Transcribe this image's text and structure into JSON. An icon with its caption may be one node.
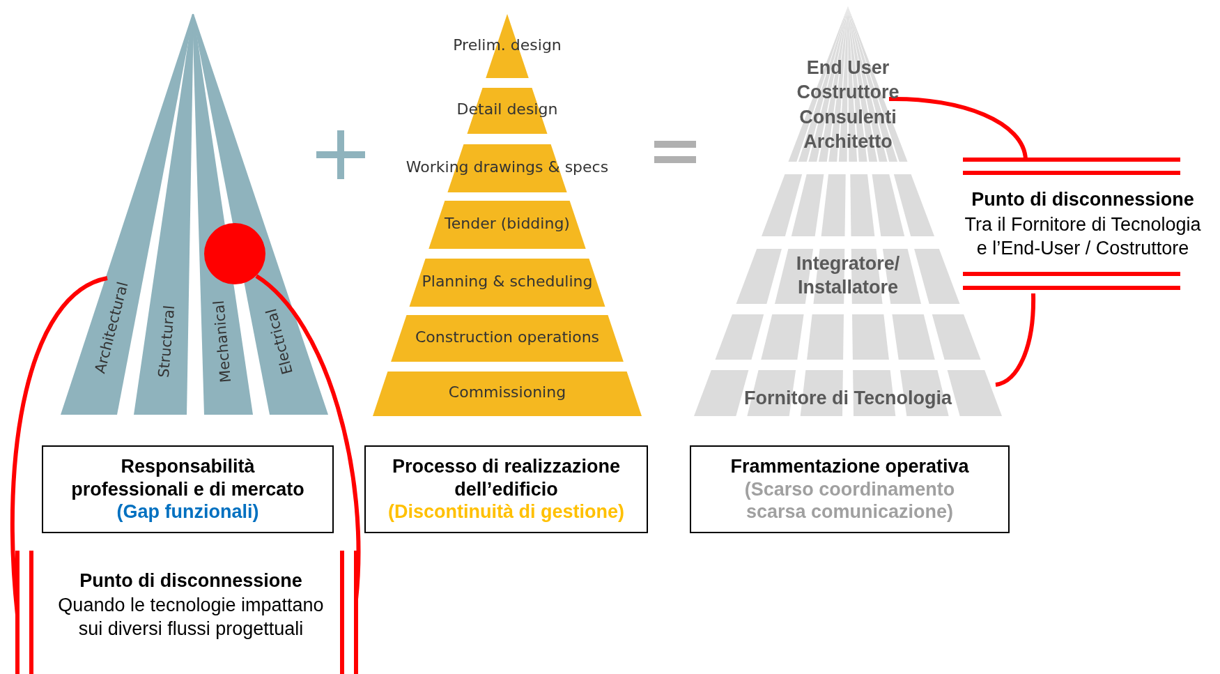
{
  "diagram": {
    "nodes": [
      {
        "text": [
          "Architectural"
        ]
      },
      {
        "text": [
          "Structural"
        ]
      },
      {
        "text": [
          "Mechanical"
        ]
      },
      {
        "text": [
          "Electrical"
        ]
      },
      {
        "text": [
          "Prelim. design"
        ]
      },
      {
        "text": [
          "Detail design"
        ]
      },
      {
        "text": [
          "Working drawings & specs"
        ]
      },
      {
        "text": [
          "Tender (bidding)"
        ]
      },
      {
        "text": [
          "Planning & scheduling"
        ]
      },
      {
        "text": [
          "Construction operations"
        ]
      },
      {
        "text": [
          "Commissioning"
        ]
      },
      {
        "text": [
          "Responsabilità professionali e di mercato",
          "(Gap funzionali)"
        ]
      },
      {
        "text": [
          "Processo di realizzazione dell’edificio",
          "(Discontinuità di gestione)"
        ]
      },
      {
        "text": [
          "Frammentazione operativa",
          "(Scarso coordinamento scarsa comunicazione)"
        ]
      },
      {
        "text": [],
        "shape": "circle"
      }
    ],
    "edges": [],
    "labels": [
      "End User",
      "Costruttore",
      "Consulenti",
      "Architetto",
      "Punto di disconnessione",
      "Tra il Fornitore di Tecnologia e l’End-User / Costruttore",
      "Integratore/ Installatore",
      "Fornitore di Tecnologia",
      "Punto di disconnessione",
      "Quando le tecnologie impattano sui diversi flussi progettuali"
    ]
  }
}
